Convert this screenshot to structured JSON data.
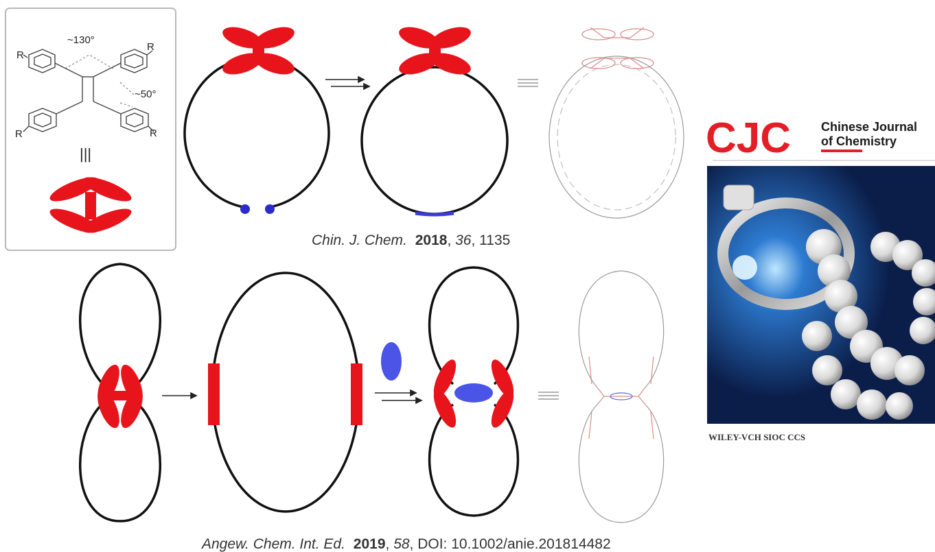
{
  "legend_box": {
    "angle_top": "~130°",
    "angle_side": "~50°",
    "substituent": "R",
    "equivalence": "|||"
  },
  "top_row": {
    "citation": {
      "journal": "Chin. J. Chem.",
      "year": "2018",
      "volume": "36",
      "pages": "1135"
    }
  },
  "bottom_row": {
    "citation": {
      "journal": "Angew. Chem. Int. Ed.",
      "year": "2019",
      "volume": "58",
      "doi": "DOI: 10.1002/anie.201814482"
    }
  },
  "cover": {
    "logo": "CJC",
    "title_line1": "Chinese Journal",
    "title_line2": "of Chemistry",
    "footer": "WILEY-VCH  SIOC  CCS"
  },
  "colors": {
    "motif": "#e8141b",
    "guest": "#4a55e8",
    "ring": "#111111",
    "cover_red": "#e41e26",
    "cover_bg": "#0b1e4a"
  }
}
